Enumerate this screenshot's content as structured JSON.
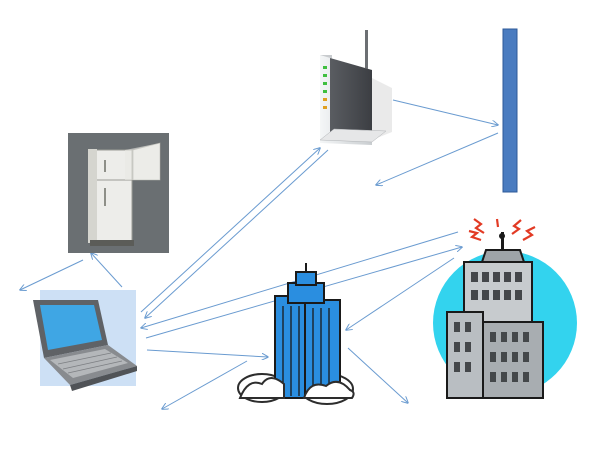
{
  "diagram": {
    "nodes": [
      {
        "id": "router",
        "icon": "wireless-router-icon"
      },
      {
        "id": "wall",
        "icon": "wall-barrier-icon"
      },
      {
        "id": "fridge",
        "icon": "refrigerator-icon"
      },
      {
        "id": "laptop",
        "icon": "laptop-icon"
      },
      {
        "id": "office",
        "icon": "office-building-icon"
      },
      {
        "id": "tower",
        "icon": "broadcast-building-icon"
      }
    ],
    "edges": [
      {
        "from": "router",
        "to": "wall"
      },
      {
        "from": "wall",
        "to": "router"
      },
      {
        "from": "router",
        "to": "laptop"
      },
      {
        "from": "laptop",
        "to": "router"
      },
      {
        "from": "laptop",
        "to": "fridge"
      },
      {
        "from": "fridge",
        "to": "laptop"
      },
      {
        "from": "tower",
        "to": "laptop"
      },
      {
        "from": "laptop",
        "to": "tower"
      },
      {
        "from": "laptop",
        "to": "office"
      },
      {
        "from": "office",
        "to": "laptop"
      },
      {
        "from": "tower",
        "to": "office"
      },
      {
        "from": "office",
        "to": "outside"
      }
    ],
    "colors": {
      "arrow": "#6a9bd0",
      "wall": "#4a7cc0",
      "sky": "#33d3ee",
      "building_blue": "#2a8ee0"
    }
  }
}
